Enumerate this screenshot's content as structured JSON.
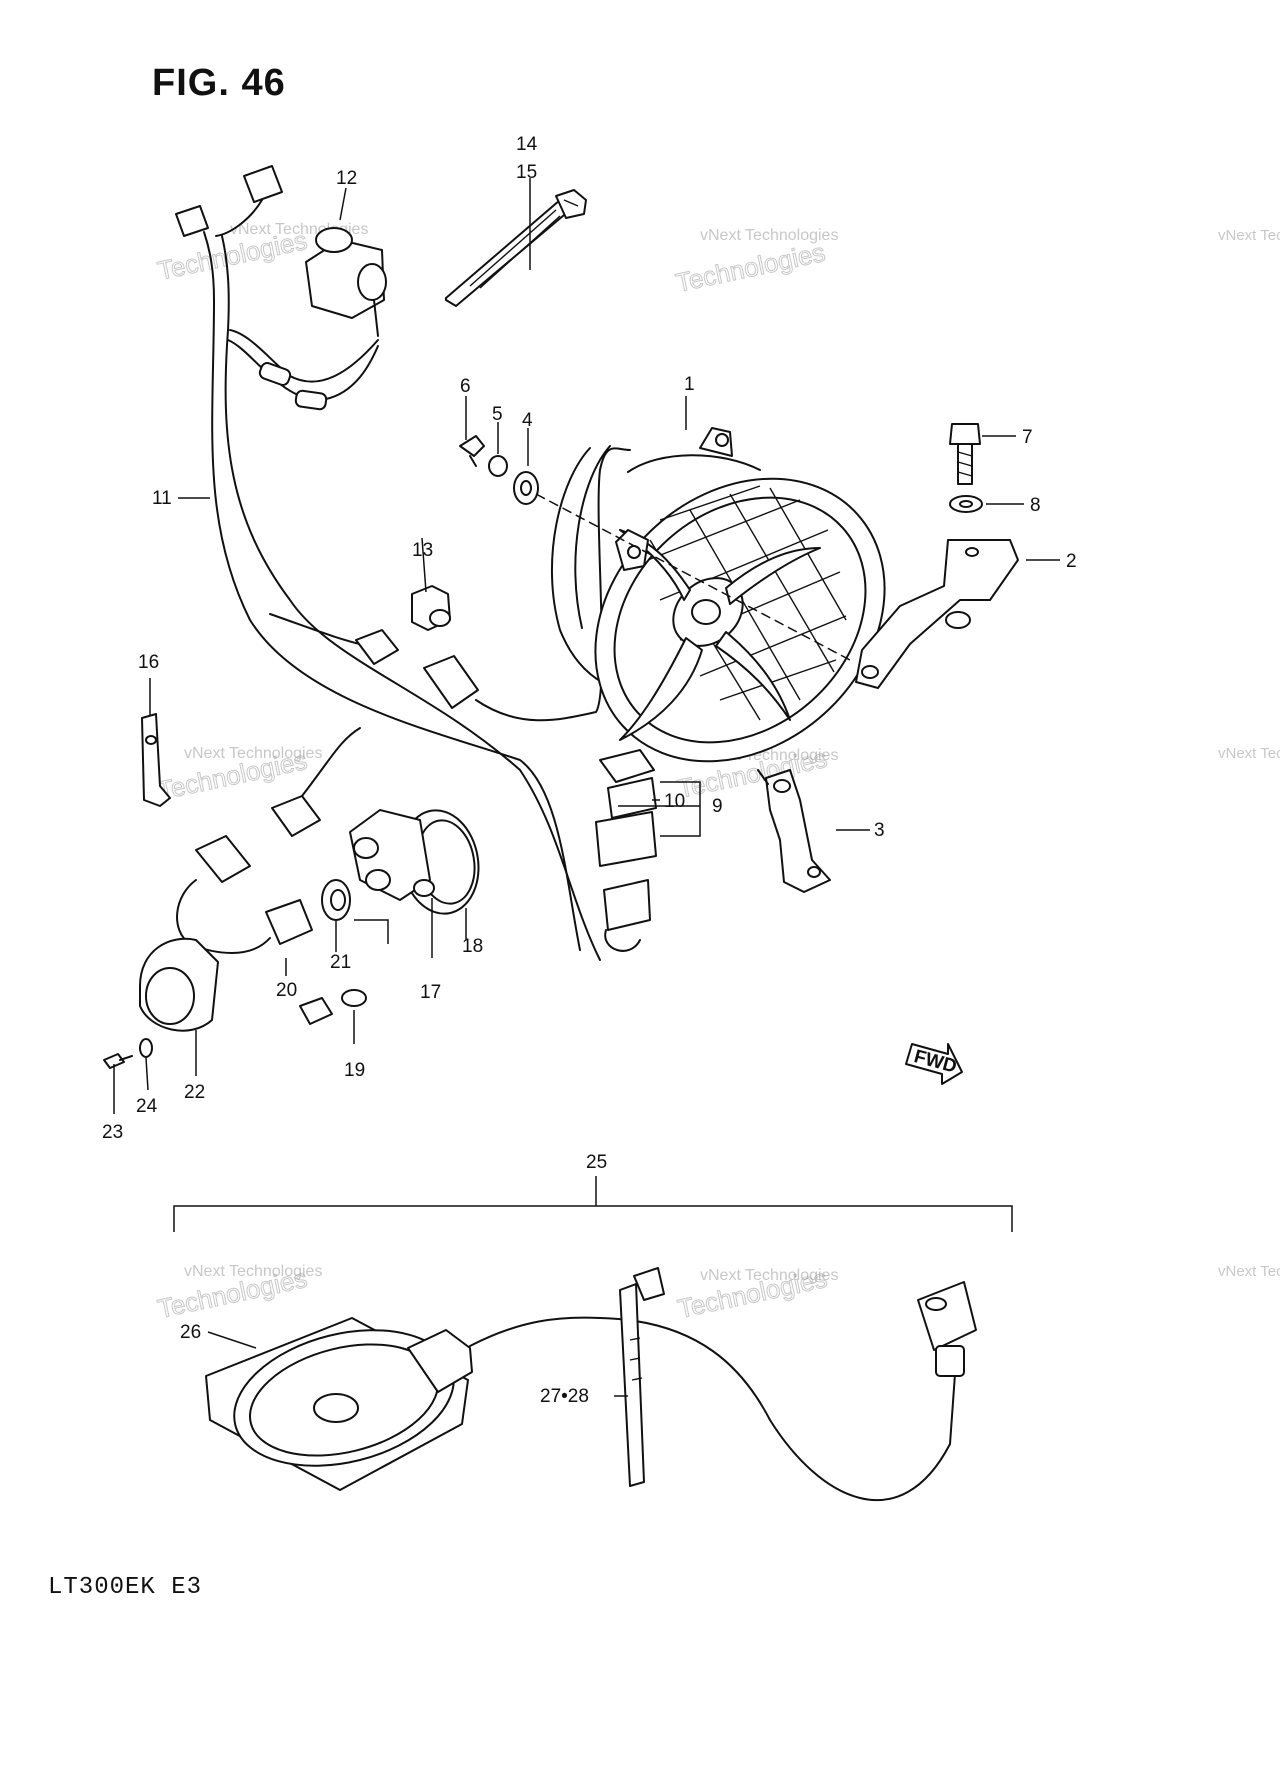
{
  "figure": {
    "title": "FIG. 46",
    "model": "LT300EK  E3"
  },
  "watermark": {
    "line1": "vNext Technologies",
    "line2": "vNext",
    "line3": "Technologies"
  },
  "callouts": {
    "c1": "1",
    "c2": "2",
    "c3": "3",
    "c4": "4",
    "c5": "5",
    "c6": "6",
    "c7": "7",
    "c8": "8",
    "c9": "9",
    "c10": "10",
    "c11": "11",
    "c12": "12",
    "c13": "13",
    "c14": "14",
    "c15": "15",
    "c16": "16",
    "c17": "17",
    "c18": "18",
    "c19": "19",
    "c20": "20",
    "c21": "21",
    "c22": "22",
    "c23": "23",
    "c24": "24",
    "c25": "25",
    "c26": "26",
    "c2728": "27•28"
  },
  "fwd_label": "FWD"
}
